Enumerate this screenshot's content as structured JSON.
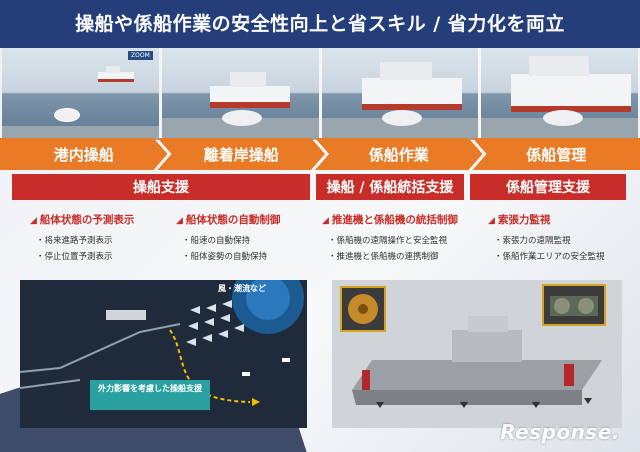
{
  "header": {
    "title": "操船や係船作業の安全性向上と省スキル / 省力化を両立"
  },
  "photos": {
    "zoom_label": "ZOOM"
  },
  "steps": [
    "港内操船",
    "離着岸操船",
    "係船作業",
    "係船管理"
  ],
  "support": {
    "left": "操船支援",
    "middle": "操船 / 係船統括支援",
    "right": "係船管理支援"
  },
  "columns": [
    {
      "title": "船体状態の予測表示",
      "items": [
        "将来進路予測表示",
        "停止位置予測表示"
      ]
    },
    {
      "title": "船体状態の自動制御",
      "items": [
        "船速の自動保持",
        "船体姿勢の自動保持"
      ]
    },
    {
      "title": "推進機と係船機の統括制御",
      "items": [
        "係船機の遠隔操作と安全監視",
        "推進機と係船機の連携制御"
      ]
    },
    {
      "title": "索張力監視",
      "items": [
        "索張力の遠隔監視",
        "係船作業エリアの安全監視"
      ]
    }
  ],
  "panel_left": {
    "wind_label": "風・潮流など",
    "external_label": "外力影響を考慮した操船支援"
  },
  "watermark": "Response.",
  "colors": {
    "header": "#243e7a",
    "step": "#e97b26",
    "support": "#c82d29",
    "accent": "#2aa1a0"
  }
}
